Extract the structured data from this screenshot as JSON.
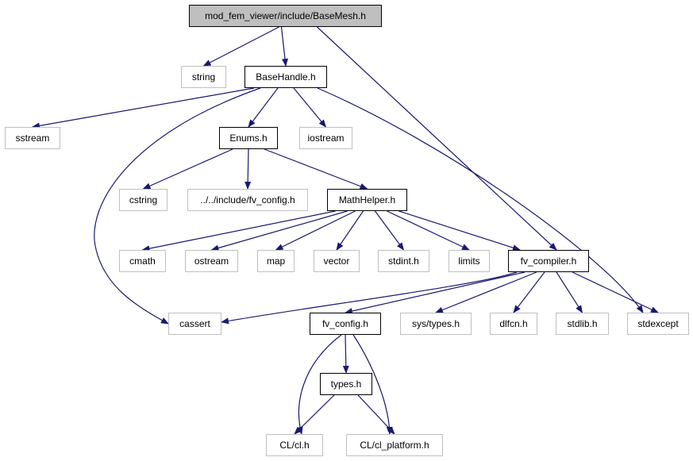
{
  "colors": {
    "edge": "#191970",
    "local_border": "#000000",
    "system_border": "#bfbfbf",
    "root_fill": "#bfbfbf"
  },
  "nodes": [
    {
      "id": "basemesh",
      "label": "mod_fem_viewer/include/BaseMesh.h",
      "kind": "root"
    },
    {
      "id": "string",
      "label": "string",
      "kind": "system"
    },
    {
      "id": "basehandle",
      "label": "BaseHandle.h",
      "kind": "local"
    },
    {
      "id": "sstream",
      "label": "sstream",
      "kind": "system"
    },
    {
      "id": "enums",
      "label": "Enums.h",
      "kind": "local"
    },
    {
      "id": "iostream",
      "label": "iostream",
      "kind": "system"
    },
    {
      "id": "cstring",
      "label": "cstring",
      "kind": "system"
    },
    {
      "id": "fvconfig_rel",
      "label": "../../include/fv_config.h",
      "kind": "system"
    },
    {
      "id": "mathhelper",
      "label": "MathHelper.h",
      "kind": "local"
    },
    {
      "id": "cmath",
      "label": "cmath",
      "kind": "system"
    },
    {
      "id": "ostream",
      "label": "ostream",
      "kind": "system"
    },
    {
      "id": "map",
      "label": "map",
      "kind": "system"
    },
    {
      "id": "vector",
      "label": "vector",
      "kind": "system"
    },
    {
      "id": "stdint",
      "label": "stdint.h",
      "kind": "system"
    },
    {
      "id": "limits",
      "label": "limits",
      "kind": "system"
    },
    {
      "id": "fvcompiler",
      "label": "fv_compiler.h",
      "kind": "local"
    },
    {
      "id": "cassert",
      "label": "cassert",
      "kind": "system"
    },
    {
      "id": "fvconfig",
      "label": "fv_config.h",
      "kind": "local"
    },
    {
      "id": "systypes",
      "label": "sys/types.h",
      "kind": "system"
    },
    {
      "id": "dlfcn",
      "label": "dlfcn.h",
      "kind": "system"
    },
    {
      "id": "stdlib",
      "label": "stdlib.h",
      "kind": "system"
    },
    {
      "id": "stdexcept",
      "label": "stdexcept",
      "kind": "system"
    },
    {
      "id": "types",
      "label": "types.h",
      "kind": "local"
    },
    {
      "id": "clcl",
      "label": "CL/cl.h",
      "kind": "system"
    },
    {
      "id": "clplatform",
      "label": "CL/cl_platform.h",
      "kind": "system"
    }
  ],
  "edges": [
    [
      "basemesh",
      "string"
    ],
    [
      "basemesh",
      "basehandle"
    ],
    [
      "basemesh",
      "fvcompiler"
    ],
    [
      "basehandle",
      "sstream"
    ],
    [
      "basehandle",
      "enums"
    ],
    [
      "basehandle",
      "iostream"
    ],
    [
      "basehandle",
      "cassert"
    ],
    [
      "basehandle",
      "stdexcept"
    ],
    [
      "enums",
      "cstring"
    ],
    [
      "enums",
      "fvconfig_rel"
    ],
    [
      "enums",
      "mathhelper"
    ],
    [
      "mathhelper",
      "cmath"
    ],
    [
      "mathhelper",
      "ostream"
    ],
    [
      "mathhelper",
      "map"
    ],
    [
      "mathhelper",
      "vector"
    ],
    [
      "mathhelper",
      "stdint"
    ],
    [
      "mathhelper",
      "limits"
    ],
    [
      "mathhelper",
      "fvcompiler"
    ],
    [
      "fvcompiler",
      "cassert"
    ],
    [
      "fvcompiler",
      "fvconfig"
    ],
    [
      "fvcompiler",
      "systypes"
    ],
    [
      "fvcompiler",
      "dlfcn"
    ],
    [
      "fvcompiler",
      "stdlib"
    ],
    [
      "fvcompiler",
      "stdexcept"
    ],
    [
      "fvconfig",
      "types"
    ],
    [
      "fvconfig",
      "clcl"
    ],
    [
      "fvconfig",
      "clplatform"
    ],
    [
      "types",
      "clcl"
    ],
    [
      "types",
      "clplatform"
    ]
  ]
}
